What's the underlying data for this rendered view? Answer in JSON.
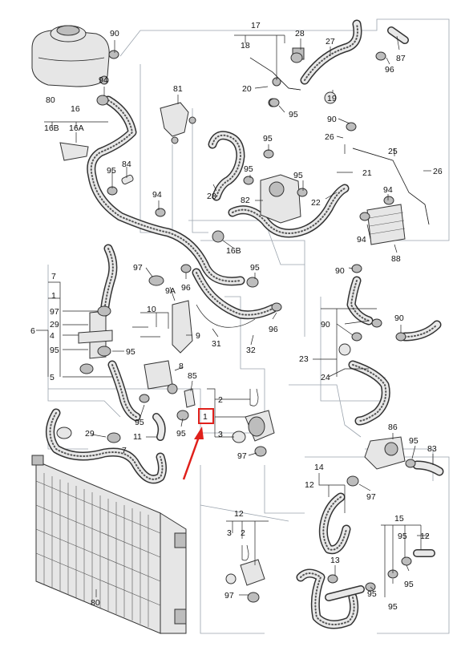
{
  "callouts": [
    {
      "id": "c80a",
      "text": "80"
    },
    {
      "id": "c90a",
      "text": "90"
    },
    {
      "id": "c94a",
      "text": "94"
    },
    {
      "id": "c81",
      "text": "81"
    },
    {
      "id": "c16",
      "text": "16"
    },
    {
      "id": "c16b",
      "text": "16B"
    },
    {
      "id": "c16a",
      "text": "16A"
    },
    {
      "id": "c95a",
      "text": "95"
    },
    {
      "id": "c84",
      "text": "84"
    },
    {
      "id": "c94b",
      "text": "94"
    },
    {
      "id": "c17",
      "text": "17"
    },
    {
      "id": "c18",
      "text": "18"
    },
    {
      "id": "c28a",
      "text": "28"
    },
    {
      "id": "c27",
      "text": "27"
    },
    {
      "id": "c87",
      "text": "87"
    },
    {
      "id": "c96a",
      "text": "96"
    },
    {
      "id": "c20",
      "text": "20"
    },
    {
      "id": "c19",
      "text": "19"
    },
    {
      "id": "c95b",
      "text": "95"
    },
    {
      "id": "c90b",
      "text": "90"
    },
    {
      "id": "c26a",
      "text": "26"
    },
    {
      "id": "c95c",
      "text": "95"
    },
    {
      "id": "c25",
      "text": "25"
    },
    {
      "id": "c26b",
      "text": "26"
    },
    {
      "id": "c95d",
      "text": "95"
    },
    {
      "id": "c28b",
      "text": "28"
    },
    {
      "id": "c82",
      "text": "82"
    },
    {
      "id": "c95e",
      "text": "95"
    },
    {
      "id": "c21",
      "text": "21"
    },
    {
      "id": "c22",
      "text": "22"
    },
    {
      "id": "c94c",
      "text": "94"
    },
    {
      "id": "c94d",
      "text": "94"
    },
    {
      "id": "c88",
      "text": "88"
    },
    {
      "id": "c16b2",
      "text": "16B"
    },
    {
      "id": "c97a",
      "text": "97"
    },
    {
      "id": "c7",
      "text": "7"
    },
    {
      "id": "c1a",
      "text": "1"
    },
    {
      "id": "c97b",
      "text": "97"
    },
    {
      "id": "c29a",
      "text": "29"
    },
    {
      "id": "c6",
      "text": "6"
    },
    {
      "id": "c4",
      "text": "4"
    },
    {
      "id": "c95f",
      "text": "95"
    },
    {
      "id": "c5",
      "text": "5"
    },
    {
      "id": "c9a",
      "text": "9A"
    },
    {
      "id": "c96b",
      "text": "96"
    },
    {
      "id": "c95g",
      "text": "95"
    },
    {
      "id": "c10",
      "text": "10"
    },
    {
      "id": "c9",
      "text": "9"
    },
    {
      "id": "c31",
      "text": "31"
    },
    {
      "id": "c32",
      "text": "32"
    },
    {
      "id": "c96c",
      "text": "96"
    },
    {
      "id": "c95h",
      "text": "95"
    },
    {
      "id": "c8",
      "text": "8"
    },
    {
      "id": "c85",
      "text": "85"
    },
    {
      "id": "c95i",
      "text": "95"
    },
    {
      "id": "c11",
      "text": "11"
    },
    {
      "id": "c95j",
      "text": "95"
    },
    {
      "id": "c29b",
      "text": "29"
    },
    {
      "id": "c7b",
      "text": "7"
    },
    {
      "id": "c2a",
      "text": "2"
    },
    {
      "id": "c1sel",
      "text": "1"
    },
    {
      "id": "c3a",
      "text": "3"
    },
    {
      "id": "c97c",
      "text": "97"
    },
    {
      "id": "c90c",
      "text": "90"
    },
    {
      "id": "c90d",
      "text": "90"
    },
    {
      "id": "c90e",
      "text": "90"
    },
    {
      "id": "c23",
      "text": "23"
    },
    {
      "id": "c24",
      "text": "24"
    },
    {
      "id": "c86",
      "text": "86"
    },
    {
      "id": "c95k",
      "text": "95"
    },
    {
      "id": "c83",
      "text": "83"
    },
    {
      "id": "c97d",
      "text": "97"
    },
    {
      "id": "c14",
      "text": "14"
    },
    {
      "id": "c12a",
      "text": "12"
    },
    {
      "id": "c12b",
      "text": "12"
    },
    {
      "id": "c3b",
      "text": "3"
    },
    {
      "id": "c2b",
      "text": "2"
    },
    {
      "id": "c97e",
      "text": "97"
    },
    {
      "id": "c15",
      "text": "15"
    },
    {
      "id": "c95l",
      "text": "95"
    },
    {
      "id": "c12c",
      "text": "12"
    },
    {
      "id": "c13",
      "text": "13"
    },
    {
      "id": "c95m",
      "text": "95"
    },
    {
      "id": "c95n",
      "text": "95"
    },
    {
      "id": "c95o",
      "text": "95"
    },
    {
      "id": "c80b",
      "text": "80"
    }
  ],
  "highlight": {
    "part": "1",
    "color": "#e0201b"
  },
  "colors": {
    "line": "#222222",
    "guide": "#9aa3ad",
    "part_fill": "#e6e6e6",
    "accent": "#e0201b"
  }
}
